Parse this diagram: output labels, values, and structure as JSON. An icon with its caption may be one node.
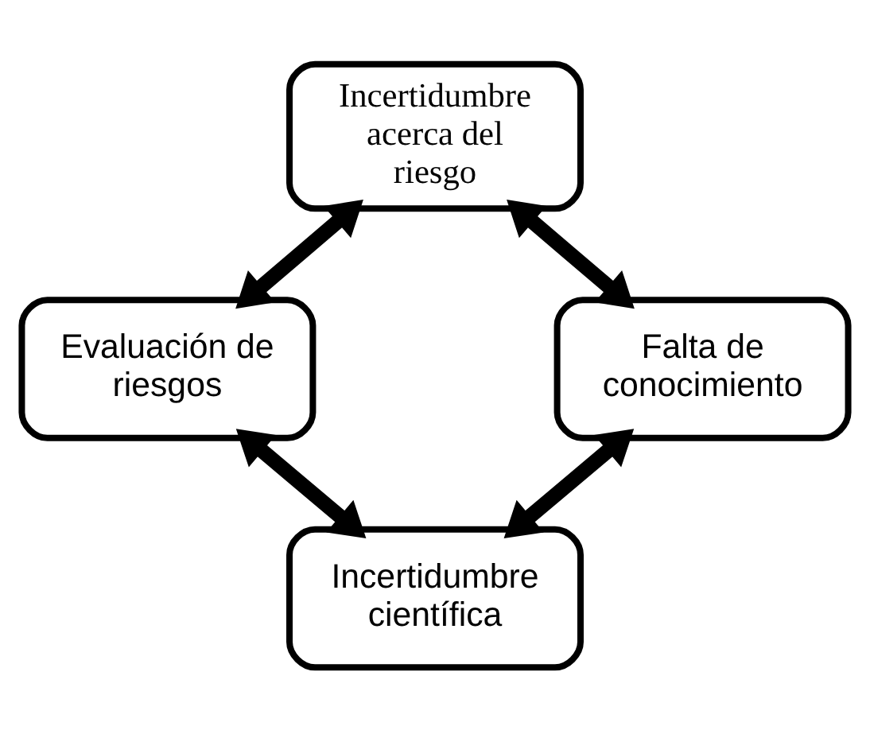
{
  "diagram": {
    "nodes": [
      {
        "text": [
          "Incertidumbre acerca del riesgo"
        ]
      },
      {
        "text": [
          "Evaluación de riesgos"
        ]
      },
      {
        "text": [
          "Falta de conocimiento"
        ]
      },
      {
        "text": [
          "Incertidumbre científica"
        ]
      }
    ],
    "edges": [
      {
        "from": 0,
        "to": 1,
        "arrow": "both"
      },
      {
        "from": 0,
        "to": 2,
        "arrow": "both"
      },
      {
        "from": 1,
        "to": 3,
        "arrow": "both"
      },
      {
        "from": 2,
        "to": 3,
        "arrow": "both"
      }
    ]
  }
}
